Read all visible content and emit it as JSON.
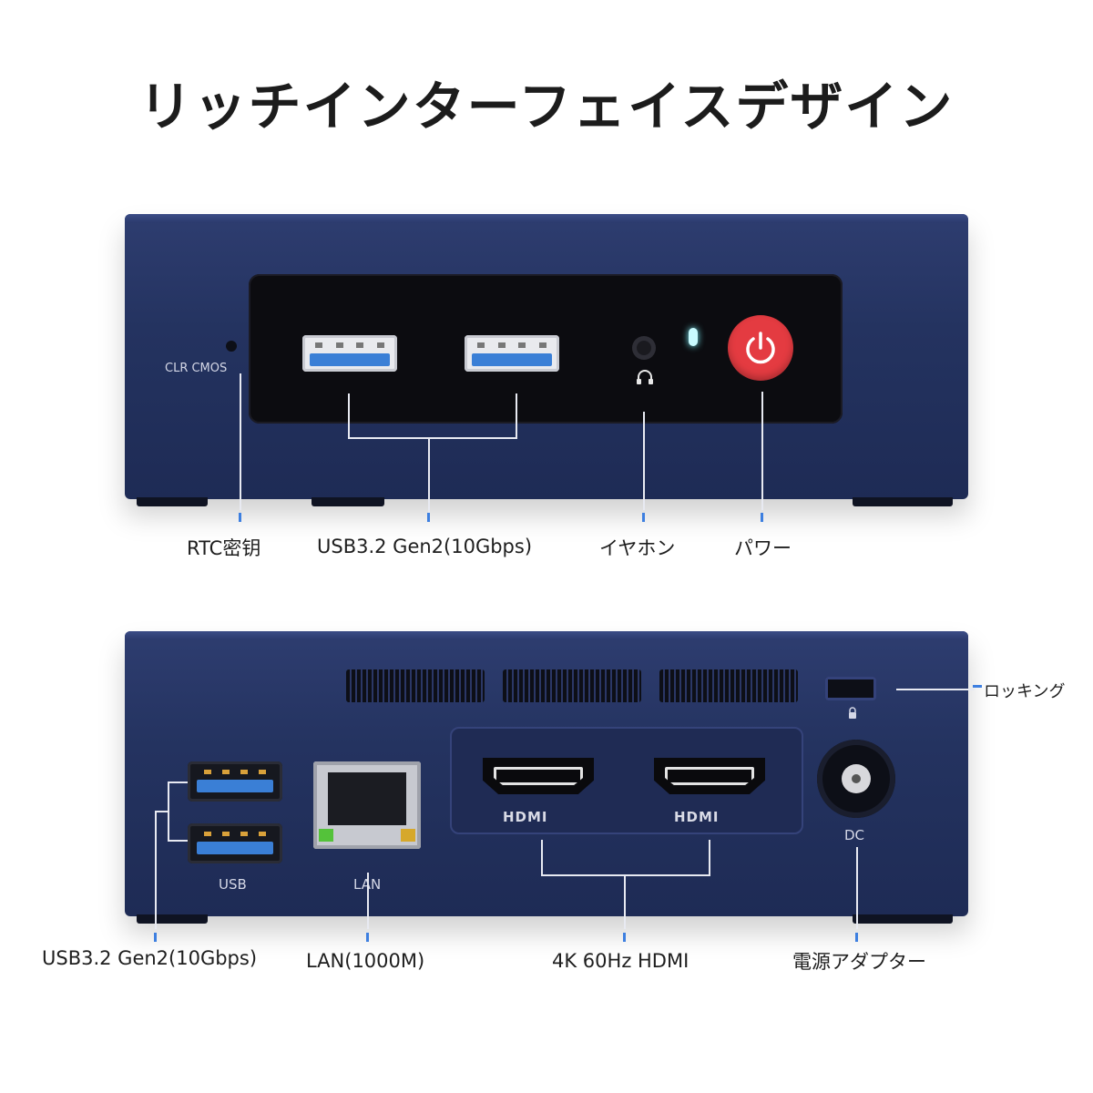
{
  "title": "リッチインターフェイスデザイン",
  "front": {
    "cmos_text": "CLR  CMOS",
    "labels": {
      "rtc": "RTC密钥",
      "usb": "USB3.2 Gen2(10Gbps)",
      "earphone": "イヤホン",
      "power": "パワー"
    }
  },
  "rear": {
    "port_text": {
      "usb": "USB",
      "lan": "LAN",
      "dc": "DC",
      "hdmi1": "HDMI",
      "hdmi2": "HDMI"
    },
    "labels": {
      "usb": "USB3.2 Gen2(10Gbps)",
      "lan": "LAN(1000M)",
      "hdmi": "4K 60Hz HDMI",
      "power_adapter": "電源アダプター",
      "locking": "ロッキング"
    }
  },
  "colors": {
    "device": "#243360",
    "accent_tick": "#3d7fe0",
    "power_button": "#e43b41"
  }
}
